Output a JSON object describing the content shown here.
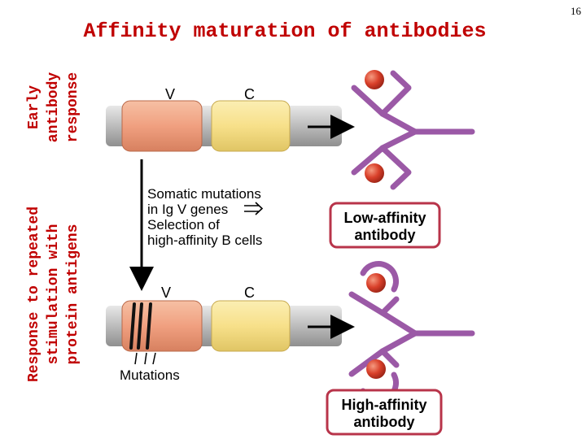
{
  "title": "Affinity maturation of antibodies",
  "page_number": "16",
  "side_labels": {
    "early": [
      "Early",
      "antibody",
      "response"
    ],
    "repeated": [
      "Response to repeated",
      "stimulation with",
      "protein antigens"
    ]
  },
  "gene_labels": {
    "v": "V",
    "c": "C"
  },
  "process_text": [
    "Somatic mutations",
    "in Ig V genes",
    "Selection of",
    "high-affinity B cells"
  ],
  "mutations_label": "Mutations",
  "low_box": [
    "Low-affinity",
    "antibody"
  ],
  "high_box": [
    "High-affinity",
    "antibody"
  ],
  "colors": {
    "title": "#c00000",
    "v_segment": "#f0a080",
    "c_segment": "#f7e08a",
    "antibody": "#9b59a6",
    "antigen": "#d9402a",
    "box_border": "#b8344a"
  }
}
